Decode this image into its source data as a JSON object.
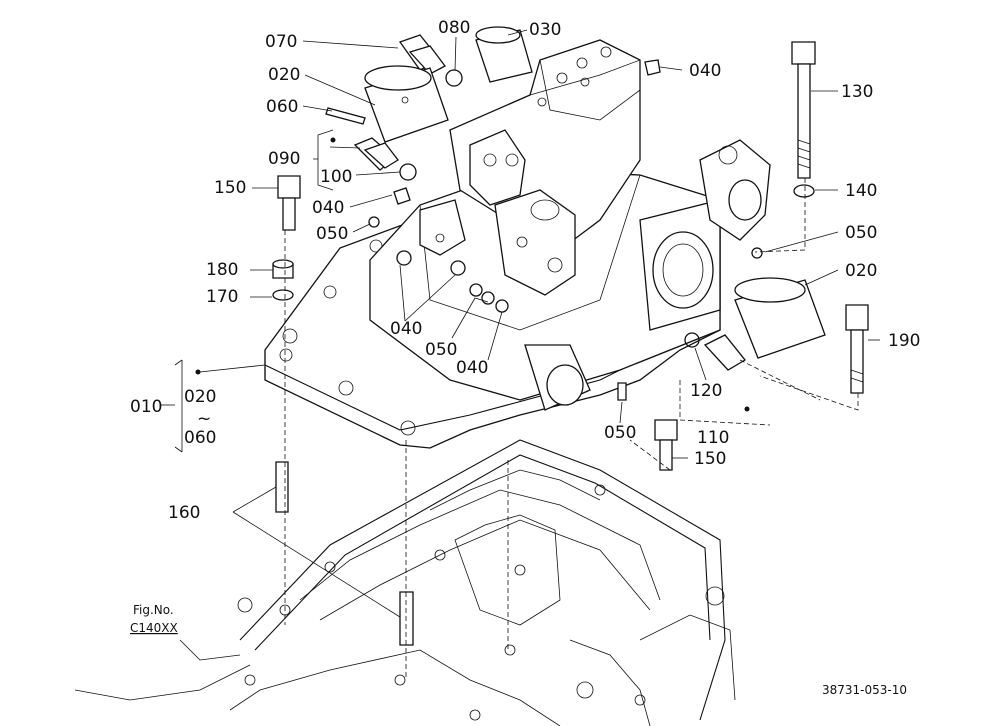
{
  "diagram": {
    "fig_no_label": "Fig.No.",
    "fig_no_value": "C140XX",
    "drawing_code": "38731-053-10",
    "range_tilde": "~",
    "callouts": {
      "p010": "010",
      "p020a": "020",
      "p020b": "020",
      "p020c": "020",
      "p030": "030",
      "p040a": "040",
      "p040b": "040",
      "p040c": "040",
      "p040d": "040",
      "p050a": "050",
      "p050b": "050",
      "p050c": "050",
      "p050d": "050",
      "p060a": "060",
      "p060b": "060",
      "p070": "070",
      "p080": "080",
      "p090": "090",
      "p100": "100",
      "p110": "110",
      "p120": "120",
      "p130": "130",
      "p140": "140",
      "p150a": "150",
      "p150b": "150",
      "p160": "160",
      "p170": "170",
      "p180": "180",
      "p190": "190"
    }
  }
}
